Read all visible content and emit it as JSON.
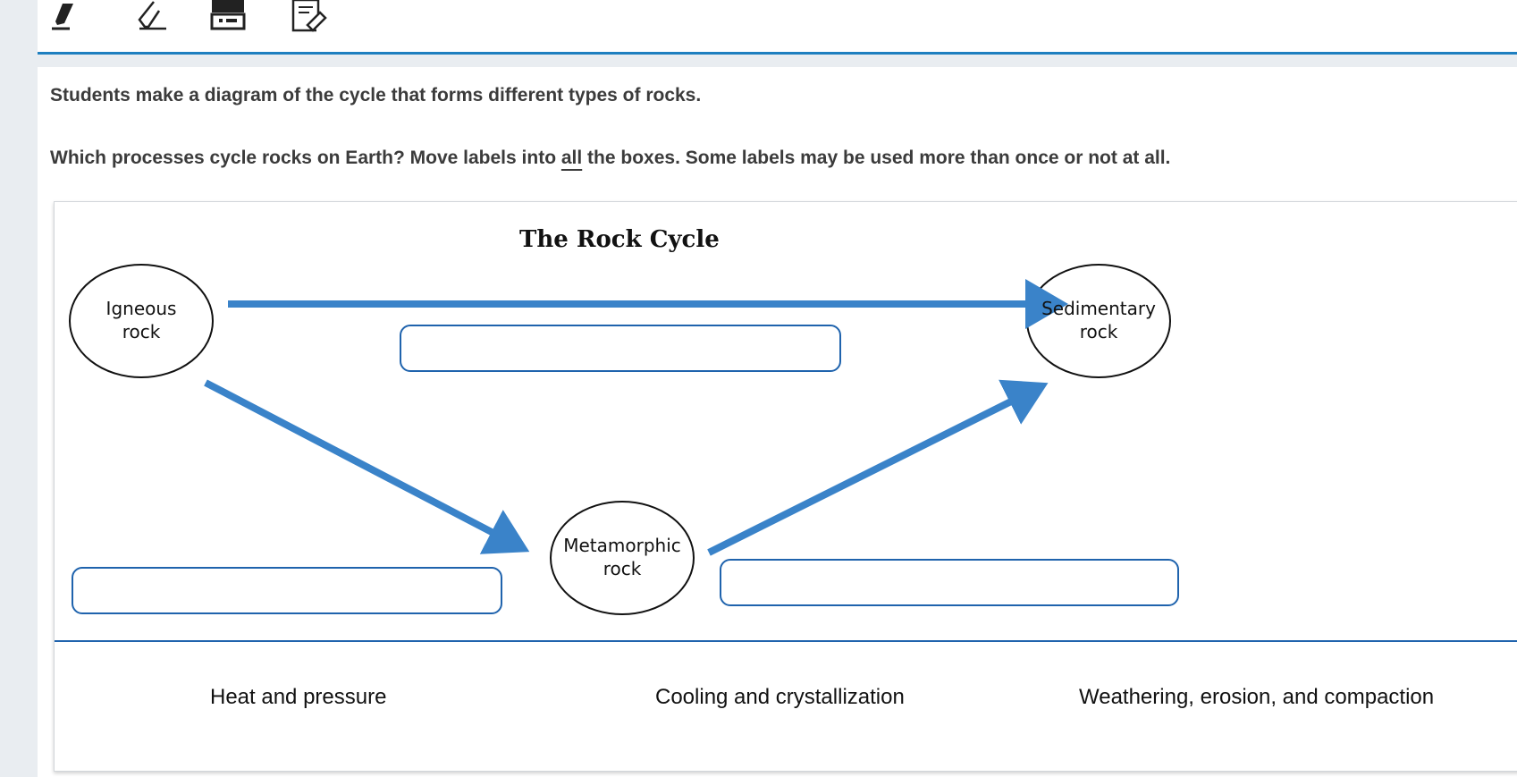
{
  "toolbar": {
    "tools": [
      {
        "icon": "highlighter-icon"
      },
      {
        "icon": "eraser-icon"
      },
      {
        "icon": "line-reader-icon"
      },
      {
        "icon": "notepad-icon"
      }
    ]
  },
  "question": {
    "intro": "Students make a diagram of the cycle that forms different types of rocks.",
    "prompt_before": "Which processes cycle rocks on Earth? Move labels into ",
    "prompt_emphasis": "all",
    "prompt_after": " the boxes. Some labels may be used more than once or not at all."
  },
  "diagram": {
    "title": "The Rock Cycle",
    "rocks": {
      "igneous": {
        "line1": "Igneous",
        "line2": "rock"
      },
      "sedimentary": {
        "line1": "Sedimentary",
        "line2": "rock"
      },
      "metamorphic": {
        "line1": "Metamorphic",
        "line2": "rock"
      }
    },
    "drop_boxes": [
      {
        "label": "",
        "between": "Igneous rock to Sedimentary rock"
      },
      {
        "label": "",
        "between": "Igneous rock to Metamorphic rock"
      },
      {
        "label": "",
        "between": "Metamorphic rock to Sedimentary rock"
      }
    ],
    "arrow_color": "#3a83c9"
  },
  "choices": [
    "Heat and pressure",
    "Cooling and crystallization",
    "Weathering, erosion, and compaction"
  ],
  "colors": {
    "accent": "#1e7fc0",
    "drop_box_border": "#1f63ad",
    "rail": "#e9edf1"
  }
}
